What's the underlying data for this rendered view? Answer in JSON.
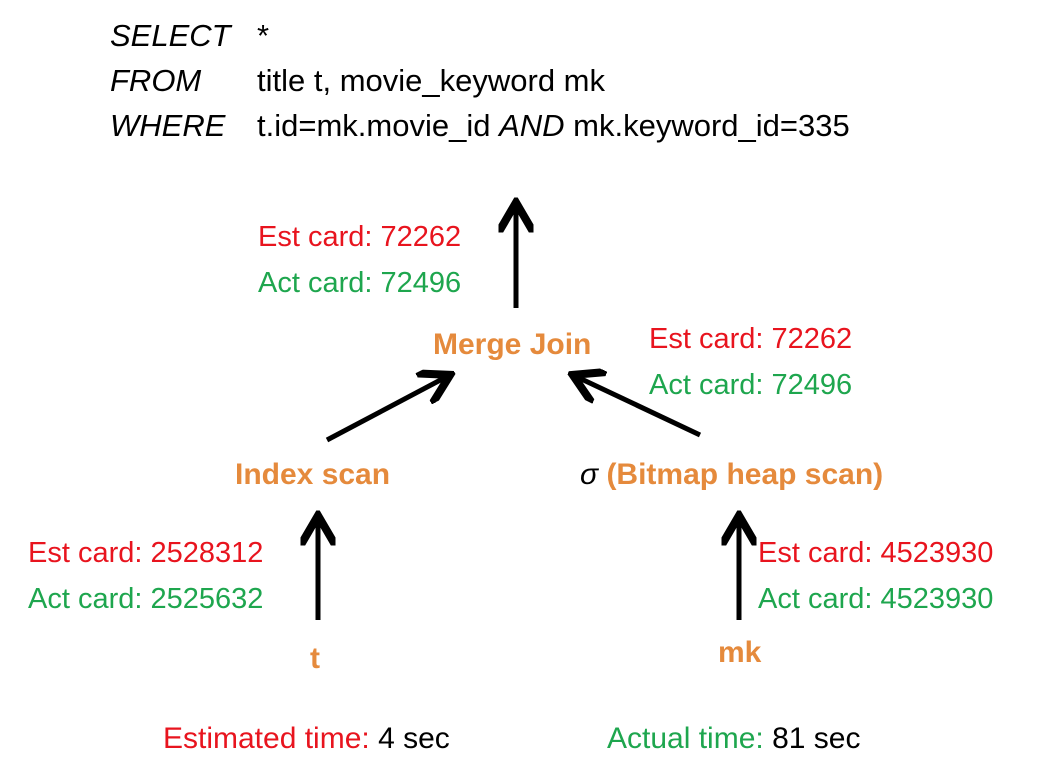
{
  "query": {
    "select_kw": "SELECT",
    "select_val": "*",
    "from_kw": "FROM",
    "from_val": "title t, movie_keyword mk",
    "where_kw": "WHERE",
    "where_val_1": "t.id=mk.movie_id",
    "where_and": "AND",
    "where_val_2": "mk.keyword_id=335"
  },
  "nodes": {
    "root": {
      "est": "Est card: 72262",
      "act": "Act card: 72496"
    },
    "merge_join": {
      "label": "Merge Join",
      "est": "Est card: 72262",
      "act": "Act card: 72496"
    },
    "index_scan": {
      "label": "Index scan",
      "est": "Est card: 2528312",
      "act": "Act card: 2525632"
    },
    "bitmap_scan": {
      "sigma": "σ",
      "label": "(Bitmap heap scan)",
      "est": "Est card: 4523930",
      "act": "Act card: 4523930"
    },
    "t": {
      "label": "t"
    },
    "mk": {
      "label": "mk"
    }
  },
  "footer": {
    "estimated_label": "Estimated time:",
    "estimated_value": "4 sec",
    "actual_label": "Actual time:",
    "actual_value": "81 sec"
  },
  "colors": {
    "estimate": "#e8141e",
    "actual": "#1ea64e",
    "operator": "#e58a3c",
    "arrow": "#000000"
  }
}
